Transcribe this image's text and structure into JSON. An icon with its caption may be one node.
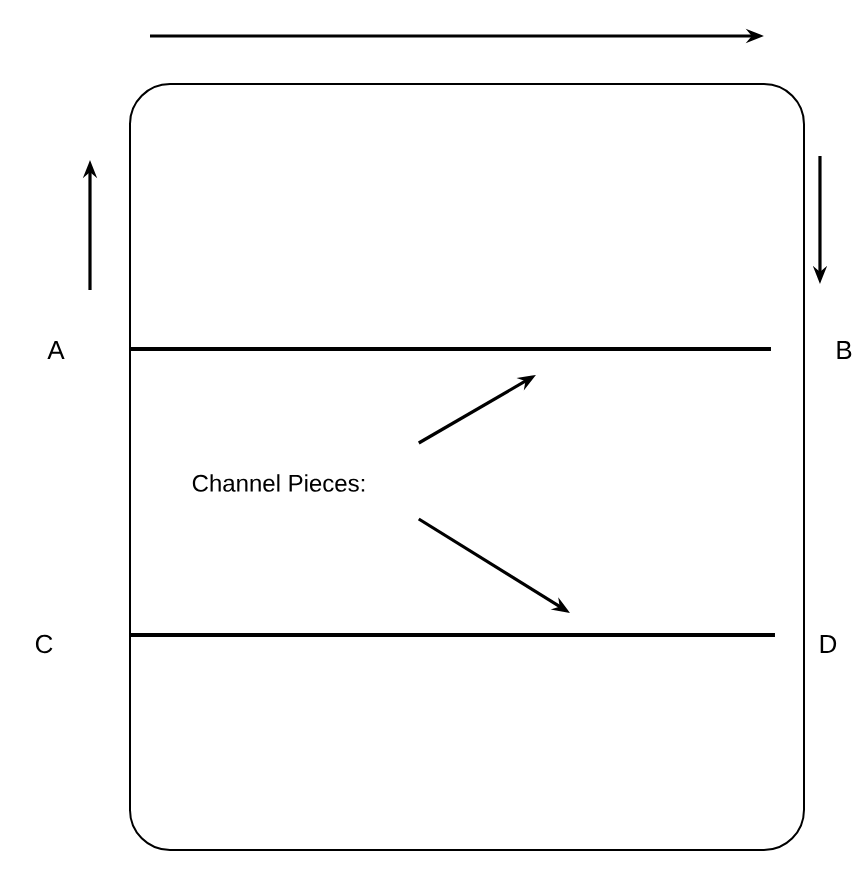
{
  "diagram": {
    "nodes": [
      {
        "text": [],
        "shape": "box"
      },
      {
        "text": [
          "Channel Pieces:"
        ],
        "in": 0
      },
      {
        "text": [],
        "shape": "bar",
        "in": 0
      },
      {
        "text": [],
        "shape": "bar",
        "in": 0
      }
    ],
    "edges": [
      {
        "from": 1,
        "to": 2,
        "arrow": "to"
      },
      {
        "from": 1,
        "to": 3,
        "arrow": "to"
      }
    ],
    "labels": [
      "A",
      "B",
      "C",
      "D"
    ]
  }
}
